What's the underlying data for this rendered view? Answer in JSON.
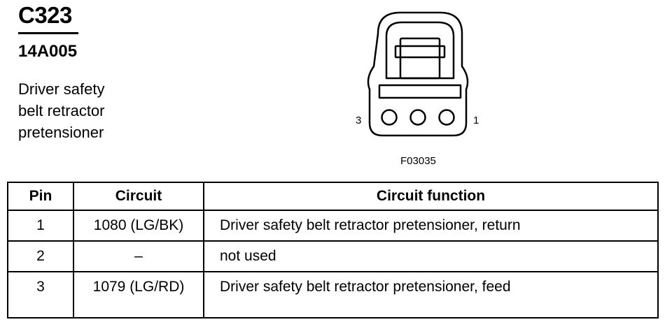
{
  "header": {
    "connector_id": "C323",
    "part_number": "14A005",
    "description_lines": [
      "Driver safety",
      "belt retractor",
      "pretensioner"
    ]
  },
  "diagram": {
    "icon": "connector-face-icon",
    "pin_label_left": "3",
    "pin_label_right": "1",
    "figure_number": "F03035"
  },
  "table": {
    "headers": [
      "Pin",
      "Circuit",
      "Circuit function"
    ],
    "rows": [
      {
        "pin": "1",
        "circuit": "1080 (LG/BK)",
        "function": "Driver safety belt retractor pretensioner, return"
      },
      {
        "pin": "2",
        "circuit": "–",
        "function": "not used"
      },
      {
        "pin": "3",
        "circuit": "1079 (LG/RD)",
        "function": "Driver safety belt retractor pretensioner, feed"
      }
    ]
  }
}
